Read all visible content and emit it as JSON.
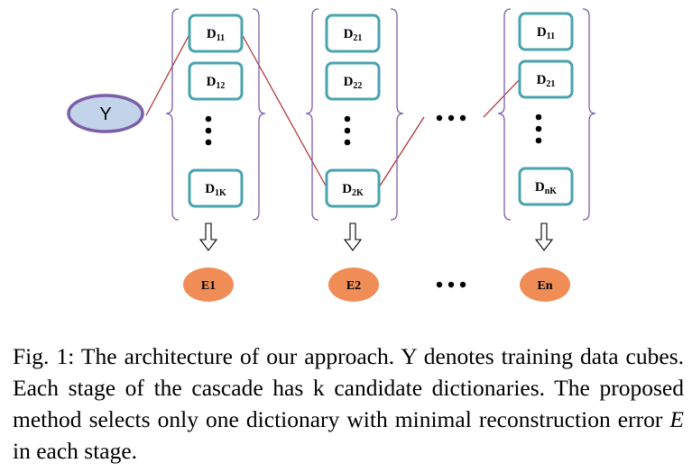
{
  "input_node": {
    "label": "Y"
  },
  "stages": [
    {
      "dictionaries": [
        {
          "main": "D",
          "sub": "11"
        },
        {
          "main": "D",
          "sub": "12"
        },
        {
          "main": "D",
          "sub": "1K"
        }
      ],
      "selected_index": 0,
      "output": "E1"
    },
    {
      "dictionaries": [
        {
          "main": "D",
          "sub": "21"
        },
        {
          "main": "D",
          "sub": "22"
        },
        {
          "main": "D",
          "sub": "2K"
        }
      ],
      "selected_index": 2,
      "output": "E2"
    },
    {
      "dictionaries": [
        {
          "main": "D",
          "sub": "11"
        },
        {
          "main": "D",
          "sub": "21"
        },
        {
          "main": "D",
          "sub": "nK"
        }
      ],
      "selected_index": 1,
      "output": "En"
    }
  ],
  "colors": {
    "box_border": "#4aa3ad",
    "brace": "#7a5ea8",
    "y_fill": "#c3d3ea",
    "y_border": "#7a5ea8",
    "e_fill": "#f08d57",
    "link": "#b02a2a"
  },
  "caption": {
    "prefix": "Fig. 1: The architecture of our approach. Y denotes training data cubes. Each stage of the cascade has k candidate dictionaries. The proposed method selects only one dictionary with minimal reconstruction error ",
    "symbol": "E",
    "suffix": " in each stage."
  }
}
